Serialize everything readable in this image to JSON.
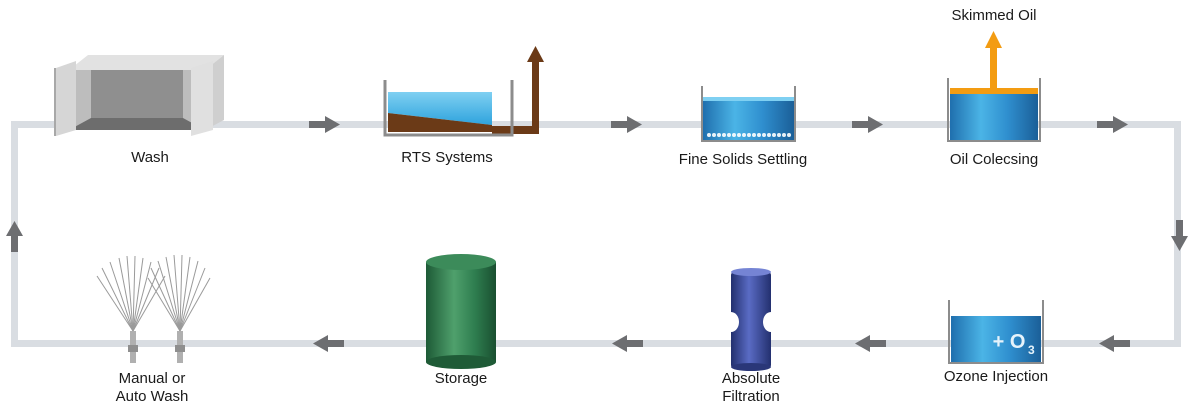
{
  "stages": {
    "wash": "Wash",
    "rts": "RTS Systems",
    "fine_solids": "Fine Solids Settling",
    "oil": "Oil Colecsing",
    "skimmed_oil": "Skimmed Oil",
    "ozone": "Ozone Injection",
    "ozone_formula_main": "+ O",
    "ozone_formula_sub": "3",
    "absolute_line1": "Absolute",
    "absolute_line2": "Filtration",
    "storage": "Storage",
    "manual_line1": "Manual or",
    "manual_line2": "Auto Wash"
  },
  "colors": {
    "loop": "#d9dde2",
    "arrow": "#6d6e71",
    "water": "#36a9e1",
    "sludge": "#6b3a17",
    "oil": "#f39c12",
    "storage": "#2e7d4f",
    "filter": "#3a4a9c"
  }
}
